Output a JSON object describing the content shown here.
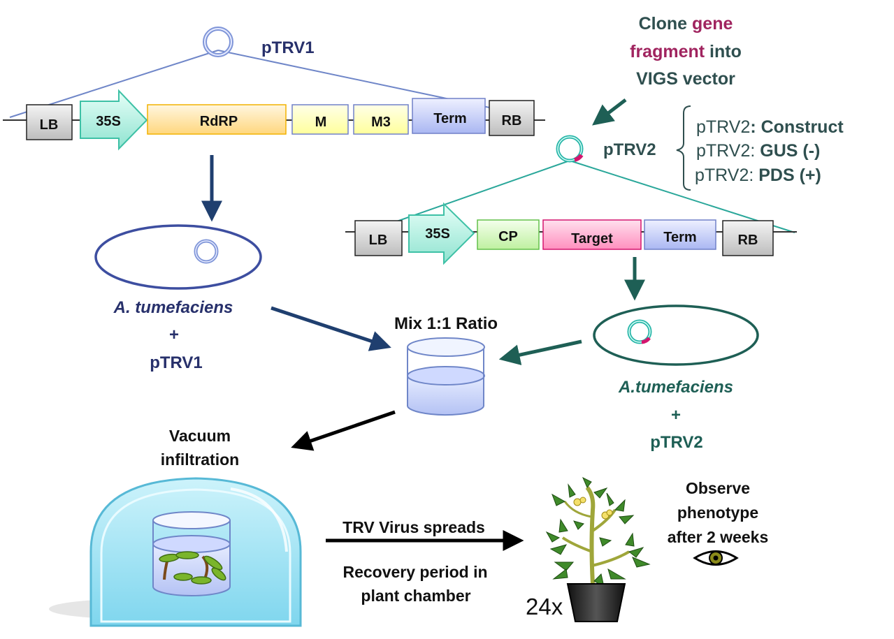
{
  "colors": {
    "navy": "#27306b",
    "teal_dark": "#2f4f4f",
    "magenta": "#a0245f",
    "arrow_navy": "#1f3f6f",
    "arrow_teal": "#1e5f55",
    "line_blue": "#6f86c8",
    "line_teal": "#2aa79a"
  },
  "ptrv1": {
    "label": "pTRV1",
    "elements": [
      "LB",
      "35S",
      "RdRP",
      "M",
      "M3",
      "Term",
      "RB"
    ]
  },
  "ptrv2": {
    "label": "pTRV2",
    "elements": [
      "LB",
      "35S",
      "CP",
      "Target",
      "Term",
      "RB"
    ],
    "variants": [
      {
        "prefix": "pTRV2",
        "suffix": ": Construct"
      },
      {
        "prefix": "pTRV2: ",
        "suffix": "GUS (-)"
      },
      {
        "prefix": "pTRV2: ",
        "suffix": "PDS (+)"
      }
    ]
  },
  "clone_text": {
    "line1_a": "Clone ",
    "line1_b": "gene",
    "line2_a": "fragment",
    "line2_b": " into",
    "line3": "VIGS vector"
  },
  "agro1": {
    "name": "A. tumefaciens",
    "plus": "+",
    "plasmid": "pTRV1"
  },
  "agro2": {
    "name": "A.tumefaciens",
    "plus": "+",
    "plasmid": "pTRV2"
  },
  "mix": {
    "label": "Mix 1:1 Ratio"
  },
  "vacuum": {
    "line1": "Vacuum",
    "line2": "infiltration"
  },
  "spread": {
    "line1": "TRV Virus spreads",
    "line2": "Recovery period in",
    "line3": "plant chamber"
  },
  "plant": {
    "count": "24x"
  },
  "observe": {
    "line1": "Observe",
    "line2": "phenotype",
    "line3": "after 2 weeks"
  },
  "icons": [
    "plasmid-icon",
    "beaker-icon",
    "vacuum-chamber-icon",
    "plant-icon",
    "eye-icon"
  ]
}
